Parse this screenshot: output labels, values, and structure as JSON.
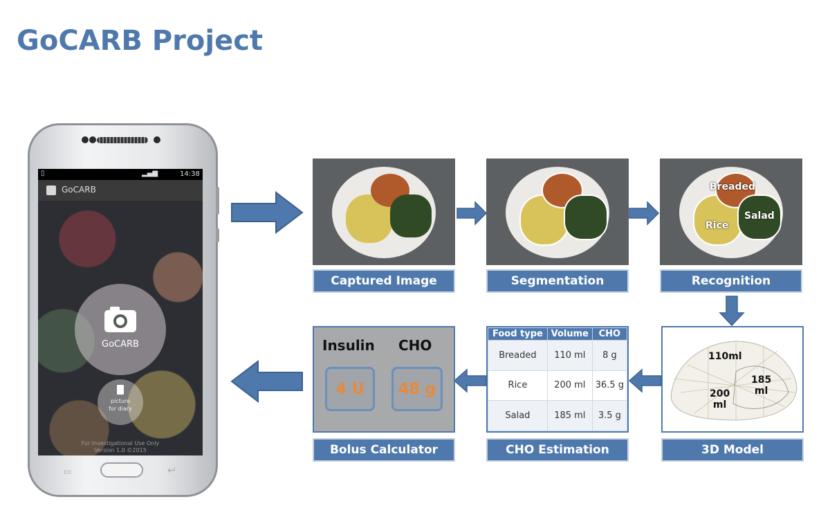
{
  "page_title": "GoCARB Project",
  "phone": {
    "status_time": "14:38",
    "app_name": "GoCARB",
    "main_button_label": "GoCARB",
    "secondary_button_label_1": "picture",
    "secondary_button_label_2": "for diary",
    "footer_line_1": "For Investigational Use Only",
    "footer_line_2": "Version 1.0 ©2015"
  },
  "steps": {
    "captured_image": "Captured Image",
    "segmentation": "Segmentation",
    "recognition": "Recognition",
    "model_3d": "3D Model",
    "cho_estimation": "CHO Estimation",
    "bolus_calculator": "Bolus Calculator"
  },
  "recognition_labels": {
    "breaded": "Breaded",
    "rice": "Rice",
    "salad": "Salad"
  },
  "model_labels": {
    "v1": "110ml",
    "v2_line1": "200",
    "v2_line2": "ml",
    "v3_line1": "185",
    "v3_line2": "ml"
  },
  "cho_table": {
    "headers": [
      "Food type",
      "Volume",
      "CHO"
    ],
    "rows": [
      [
        "Breaded",
        "110 ml",
        "8 g"
      ],
      [
        "Rice",
        "200 ml",
        "36.5 g"
      ],
      [
        "Salad",
        "185 ml",
        "3.5 g"
      ]
    ]
  },
  "bolus": {
    "insulin_label": "Insulin",
    "cho_label": "CHO",
    "insulin_value": "4 U",
    "cho_value": "48 g"
  },
  "colors": {
    "accent": "#4f79ad",
    "value_orange": "#e8893a"
  }
}
